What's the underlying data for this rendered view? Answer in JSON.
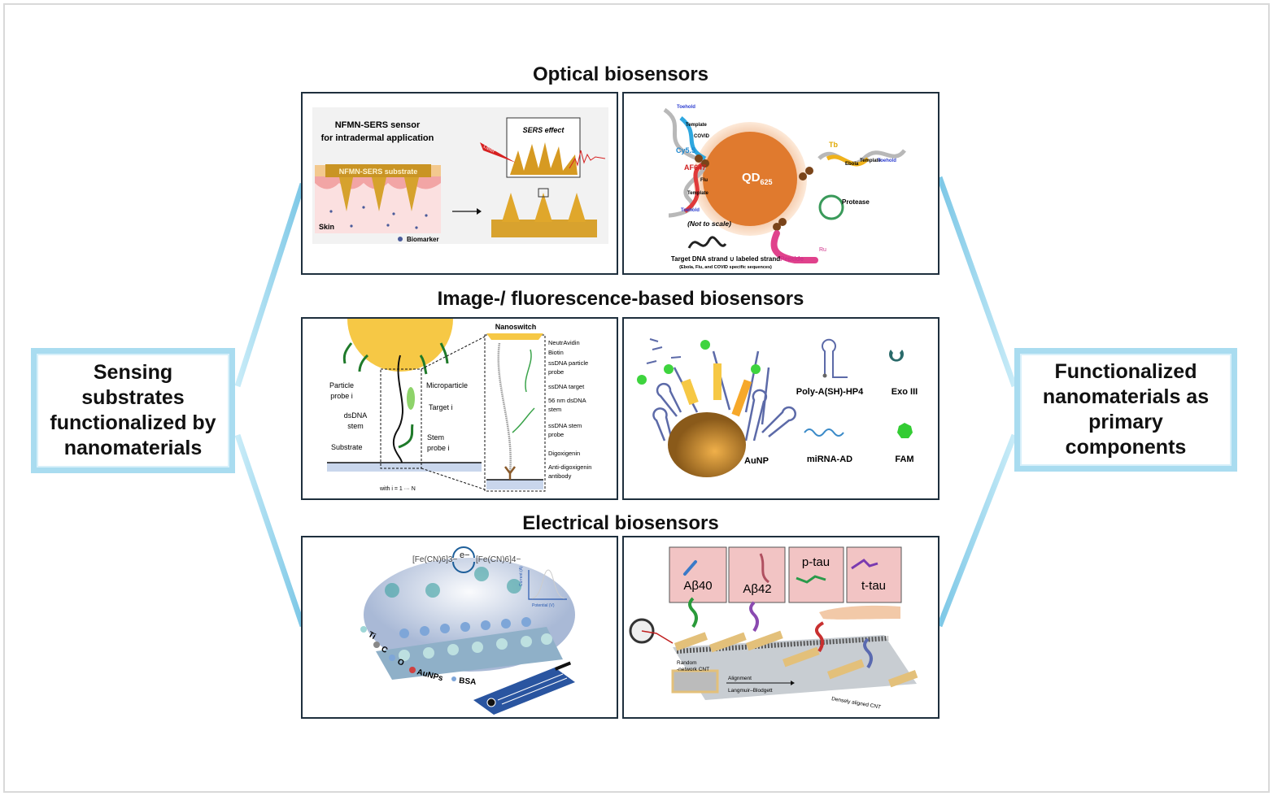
{
  "left_box": {
    "text_lines": [
      "Sensing",
      "substrates",
      "functionalized by",
      "nanomaterials"
    ]
  },
  "right_box": {
    "text_lines": [
      "Functionalized",
      "nanomaterials as",
      "primary",
      "components"
    ]
  },
  "sections": {
    "optical": "Optical biosensors",
    "image": "Image-/ fluorescence-based biosensors",
    "electrical": "Electrical biosensors"
  },
  "colors": {
    "connector": "#a9dcf0",
    "panel_border": "#1e2f3d",
    "gold": "#d9a42a",
    "orange": "#e0762a"
  },
  "panels": {
    "nfmn": {
      "title1": "NFMN-SERS sensor",
      "title2": "for intradermal application",
      "substrate": "NFMN-SERS substrate",
      "skin": "Skin",
      "biomarker": "Biomarker",
      "sers": "SERS effect",
      "laser": "Laser"
    },
    "qd": {
      "qd": "QD",
      "qd_sub": "625",
      "toehold": "Toehold",
      "template": "Template",
      "covid": "COVID",
      "cy55": "Cy5.5",
      "af647": "AF647",
      "flu": "Flu",
      "not_to_scale": "(Not to scale)",
      "target": "Target DNA strand ∪ labeled strand",
      "target_sub": "(Ebola, Flu, and COVID specific sequences)",
      "tb": "Tb",
      "ebola": "Ebola",
      "protease": "Protease",
      "ru": "Ru",
      "peptide": "Peptide"
    },
    "nanoswitch": {
      "title": "Nanoswitch",
      "particle_probe": [
        "Particle",
        "probe i"
      ],
      "dsdna_stem": [
        "dsDNA",
        "stem"
      ],
      "substrate": "Substrate",
      "microparticle": "Microparticle",
      "target": "Target i",
      "stem_probe": [
        "Stem",
        "probe i"
      ],
      "with": "with i = 1 ··· N",
      "right_labels": [
        "NeutrAvidin",
        "Biotin",
        "ssDNA particle",
        "probe",
        "ssDNA target",
        "56 nm dsDNA",
        "stem",
        "ssDNA stem",
        "probe",
        "Digoxigenin",
        "Anti-digoxigenin",
        "antibody"
      ]
    },
    "aunp": {
      "hp4": "Poly-A(SH)-HP4",
      "exo": "Exo III",
      "aunp": "AuNP",
      "mirna": "miRNA-AD",
      "fam": "FAM"
    },
    "mxene": {
      "fe3": "[Fe(CN)6]3−",
      "e": "e−",
      "fe4": "[Fe(CN)6]4−",
      "current": "Current (A)",
      "potential": "Potential (V)",
      "legend": [
        "Ti",
        "C",
        "O",
        "AuNPs",
        "BSA"
      ]
    },
    "cnt": {
      "markers": [
        "Aβ40",
        "Aβ42",
        "p-tau",
        "t-tau"
      ],
      "random": [
        "Random",
        "-network CNT"
      ],
      "alignment": "Alignment",
      "lb": "Langmuir–Blodgett",
      "dense": "Densely aligned CNT"
    }
  }
}
